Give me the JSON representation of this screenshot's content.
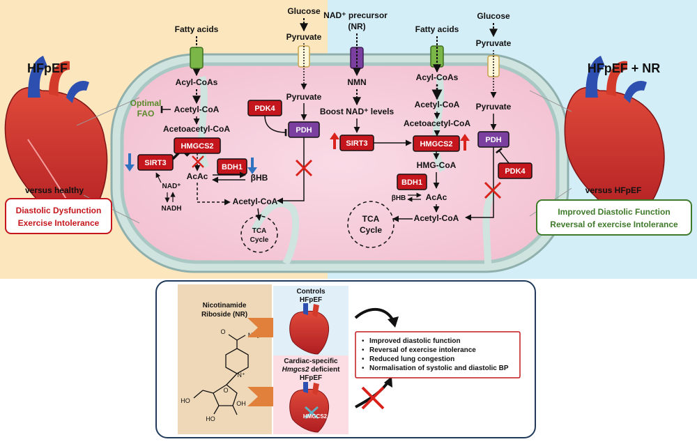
{
  "left_panel": {
    "title": "HFpEF",
    "comparison": "versus healthy",
    "outcome_lines": [
      "Diastolic Dysfunction",
      "Exercise Intolerance"
    ]
  },
  "right_panel": {
    "title": "HFpEF + NR",
    "comparison": "versus HFpEF",
    "outcome_lines": [
      "Improved Diastolic Function",
      "Reversal of exercise Intolerance"
    ]
  },
  "left_cell": {
    "fatty_acids": "Fatty acids",
    "glucose": "Glucose",
    "pyruvate_top": "Pyruvate",
    "acyl_coas": "Acyl-CoAs",
    "acetyl_coa": "Acetyl-CoA",
    "optimal": "Optimal",
    "fao": "FAO",
    "acetoacetyl_coa": "Acetoacetyl-CoA",
    "pdk4": "PDK4",
    "pyruvate_mid": "Pyruvate",
    "pdh": "PDH",
    "sirt3": "SIRT3",
    "hmgcs2": "HMGCS2",
    "bdh1": "BDH1",
    "acac": "AcAc",
    "bhb": "βHB",
    "nad_plus": "NAD⁺",
    "nadh": "NADH",
    "acetyl_coa_bottom": "Acetyl-CoA",
    "tca_line1": "TCA",
    "tca_line2": "Cycle"
  },
  "right_cell": {
    "nad_precursor": "NAD⁺ precursor",
    "nr": "(NR)",
    "fatty_acids": "Fatty acids",
    "glucose": "Glucose",
    "pyruvate_top": "Pyruvate",
    "nmn": "NMN",
    "boost": "Boost NAD⁺ levels",
    "acyl_coas": "Acyl-CoAs",
    "acetyl_coa": "Acetyl-CoA",
    "acetoacetyl_coa": "Acetoacetyl-CoA",
    "pyruvate_mid": "Pyruvate",
    "pdh": "PDH",
    "sirt3": "SIRT3",
    "hmgcs2": "HMGCS2",
    "hmg_coa": "HMG-CoA",
    "bdh1": "BDH1",
    "bhb": "βHB",
    "acac": "AcAc",
    "pdk4": "PDK4",
    "tca_line1": "TCA",
    "tca_line2": "Cycle",
    "acetyl_coa_bottom": "Acetyl-CoA"
  },
  "bottom_panel": {
    "compound_line1": "Nicotinamide",
    "compound_line2": "Riboside (NR)",
    "controls_line1": "Controls",
    "controls_line2": "HFpEF",
    "deficient_line1": "Cardiac-specific",
    "deficient_gene": "Hmgcs2",
    "deficient_suffix": " deficient",
    "deficient_line3": "HFpEF",
    "heart_label": "HMGCS2",
    "atoms": {
      "nh2": "NH₂",
      "n_plus": "N⁺",
      "o": "O",
      "ho": "HO",
      "oh": "OH",
      "ho2": "HO"
    },
    "outcomes": [
      "Improved diastolic function",
      "Reversal of exercise intolerance",
      "Reduced lung congestion",
      "Normalisation of systolic and diastolic BP"
    ]
  },
  "colors": {
    "left_bg": "#fbe6bd",
    "right_bg": "#d4eef8",
    "enzyme_red": "#c4161c",
    "pdh_purple": "#7b3fa0",
    "up_arrow": "#d9221c",
    "down_arrow": "#2f73c0",
    "green_text": "#5a8a2a",
    "outcome_green": "#3f7a2a"
  }
}
